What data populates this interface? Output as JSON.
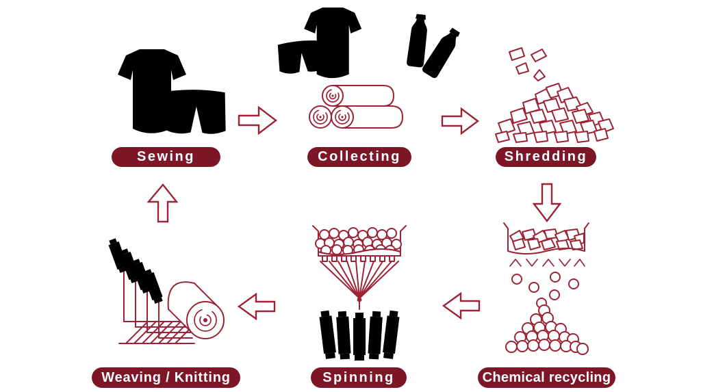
{
  "palette": {
    "background": "#ffffff",
    "line_color": "#9b2335",
    "pill_background": "#7d1728",
    "pill_text_color": "#ffffff"
  },
  "diagram": {
    "stages": [
      {
        "label": "Sewing",
        "icon": "tshirt-and-shorts-icon"
      },
      {
        "label": "Collecting",
        "icon": "clothes-fabric-rolls-bottles-icon"
      },
      {
        "label": "Shredding",
        "icon": "fabric-scraps-pile-icon"
      },
      {
        "label": "Chemical recycling",
        "icon": "scraps-dissolving-to-pellets-icon"
      },
      {
        "label": "Spinning",
        "icon": "pellet-hopper-yarn-bobbins-icon"
      },
      {
        "label": "Weaving / Knitting",
        "icon": "yarn-spools-fabric-roll-icon"
      }
    ],
    "arrows": [
      {
        "from": "Sewing",
        "to": "Collecting",
        "direction": "right"
      },
      {
        "from": "Collecting",
        "to": "Shredding",
        "direction": "right"
      },
      {
        "from": "Shredding",
        "to": "Chemical recycling",
        "direction": "down"
      },
      {
        "from": "Chemical recycling",
        "to": "Spinning",
        "direction": "left"
      },
      {
        "from": "Spinning",
        "to": "Weaving / Knitting",
        "direction": "left"
      },
      {
        "from": "Weaving / Knitting",
        "to": "Sewing",
        "direction": "up"
      }
    ]
  }
}
